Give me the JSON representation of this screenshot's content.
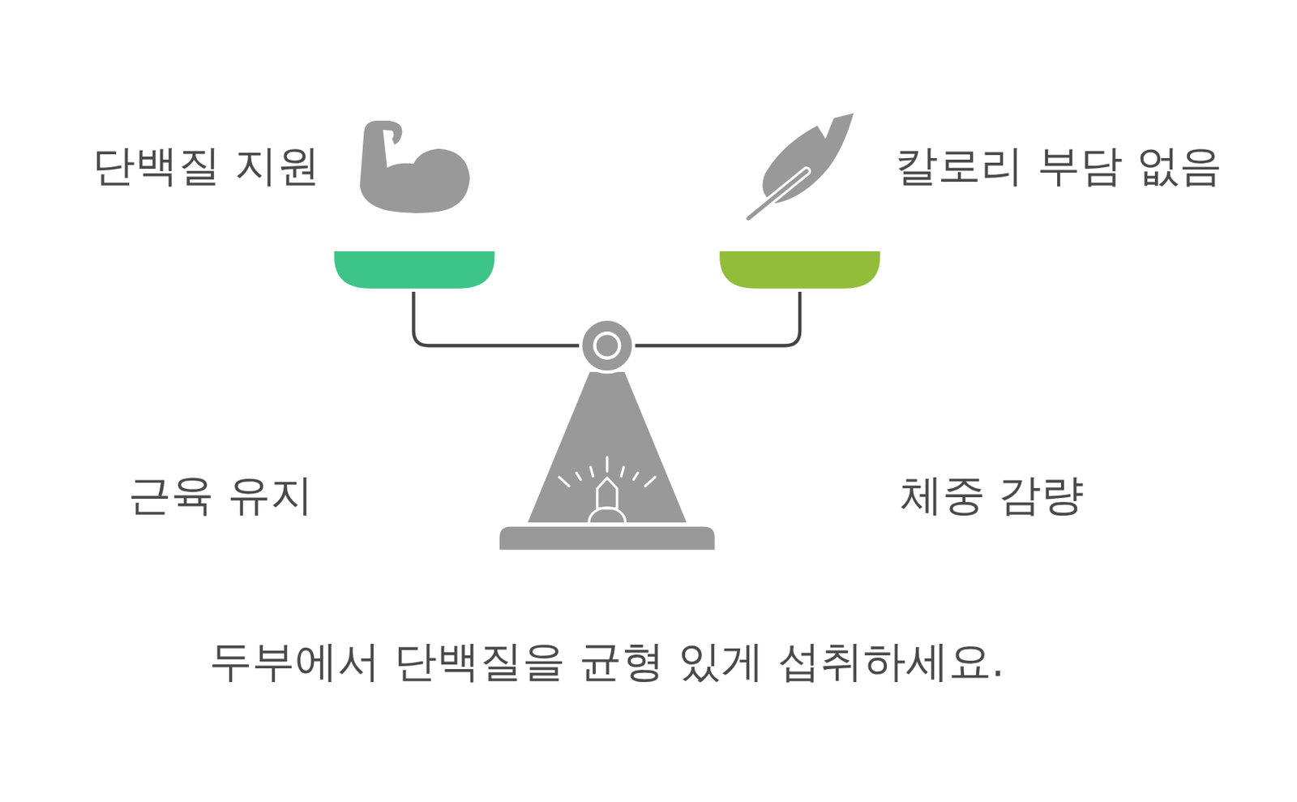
{
  "diagram": {
    "caption": "두부에서 단백질을 균형 있게 섭취하세요.",
    "labels": [
      "단백질 지원",
      "칼로리 부담 없음",
      "근육 유지",
      "체중 감량"
    ]
  }
}
